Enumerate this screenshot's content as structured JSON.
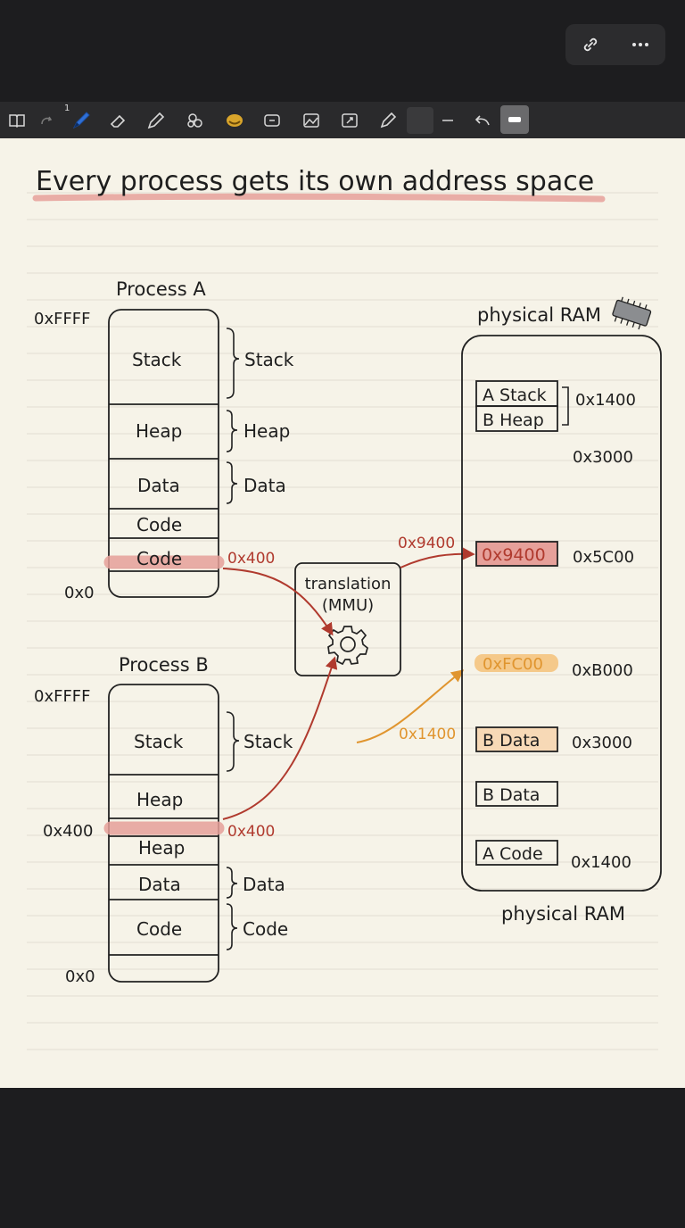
{
  "toolbar": {
    "page_num": "1",
    "tools": [
      "book-icon",
      "redo-icon",
      "pen-icon",
      "eraser-icon",
      "pencil-icon",
      "lasso-icon",
      "sticker-icon",
      "text-box-icon",
      "image-icon",
      "shape-icon",
      "marker-icon",
      "color-swatch-icon",
      "stroke-width-icon",
      "undo-icon",
      "minimize-icon"
    ]
  },
  "top_actions": [
    "link-icon",
    "more-icon"
  ],
  "note": {
    "title": "Every process gets its own address space",
    "process_a": {
      "label": "Process A",
      "top_addr": "0xFFFF",
      "bottom_addr": "0x0",
      "segments": [
        "Stack",
        "Heap",
        "Data",
        "Code",
        "Code"
      ],
      "brackets": [
        "Stack",
        "Heap",
        "Data"
      ],
      "highlight_addr": "0x400"
    },
    "process_b": {
      "label": "Process B",
      "top_addr": "0xFFFF",
      "mid_addr": "0x400",
      "bottom_addr": "0x0",
      "segments": [
        "Stack",
        "Heap",
        "Heap",
        "Data",
        "Code"
      ],
      "brackets": [
        "Stack",
        "Data",
        "Code"
      ],
      "highlight_addr": "0x400"
    },
    "mmu": {
      "line1": "translation",
      "line2": "(MMU)"
    },
    "ram": {
      "label_top": "physical RAM",
      "label_bottom": "physical RAM",
      "cells": [
        "A Stack",
        "B Heap",
        "0x9400",
        "0xFC00",
        "B Data",
        "B Data",
        "A Code"
      ],
      "addresses": [
        "0x1400",
        "0x3000",
        "0x5C00",
        "0xB000",
        "0x3000",
        "0x1400"
      ]
    },
    "arrow_labels": {
      "to_ram_red": "0x9400",
      "to_ram_orange": "0x1400"
    }
  },
  "colors": {
    "red": "#b03a2e",
    "orange": "#e0952f",
    "highlight_red": "#e6a09a",
    "highlight_orange": "#f5c98a",
    "paper": "#f6f3e8"
  }
}
